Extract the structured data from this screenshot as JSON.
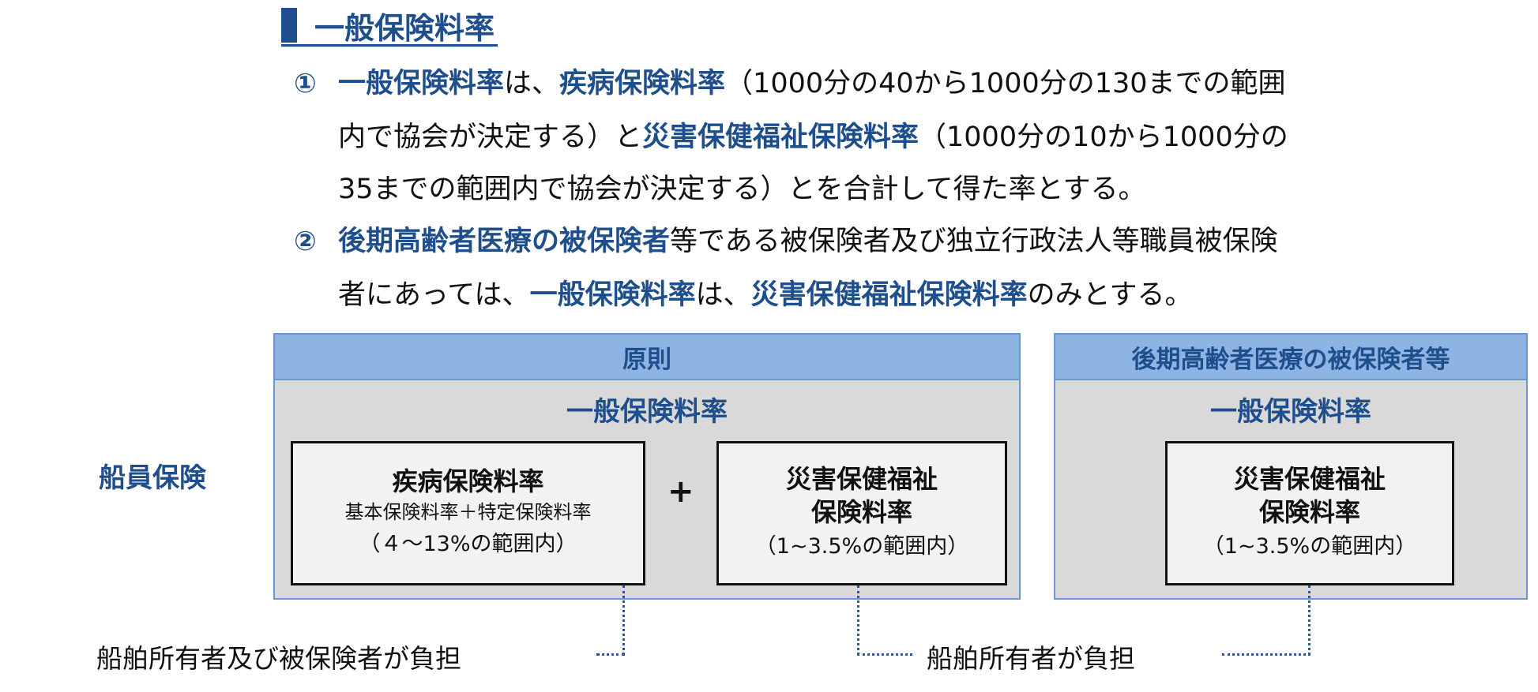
{
  "heading": "一般保険料率",
  "rules": [
    {
      "number": "①",
      "lines": [
        [
          {
            "t": "一般保険料率",
            "b": true
          },
          {
            "t": "は、",
            "b": false
          },
          {
            "t": "疾病保険料率",
            "b": true
          },
          {
            "t": "（1000分の40から1000分の130までの範囲",
            "b": false
          }
        ],
        [
          {
            "t": "内で協会が決定する）と",
            "b": false
          },
          {
            "t": "災害保健福祉保険料率",
            "b": true
          },
          {
            "t": "（1000分の10から1000分の",
            "b": false
          }
        ],
        [
          {
            "t": "35までの範囲内で協会が決定する）とを合計して得た率とする。",
            "b": false
          }
        ]
      ]
    },
    {
      "number": "②",
      "lines": [
        [
          {
            "t": "後期高齢者医療の被保険者",
            "b": true
          },
          {
            "t": "等である被保険者及び独立行政法人等職員被保険",
            "b": false
          }
        ],
        [
          {
            "t": "者にあっては、",
            "b": false
          },
          {
            "t": "一般保険料率",
            "b": true
          },
          {
            "t": "は、",
            "b": false
          },
          {
            "t": "災害保健福祉保険料率",
            "b": true
          },
          {
            "t": "のみとする。",
            "b": false
          }
        ]
      ]
    }
  ],
  "row_label": "船員保険",
  "principle": {
    "header": "原則",
    "sub": "一般保険料率",
    "plus": "+",
    "disease": {
      "title": "疾病保険料率",
      "detail": "基本保険料率＋特定保険料率",
      "range": "（４～13%の範囲内）"
    },
    "disaster": {
      "title1": "災害保健福祉",
      "title2": "保険料率",
      "range": "（1~3.5%の範囲内）"
    }
  },
  "elderly": {
    "header": "後期高齢者医療の被保険者等",
    "sub": "一般保険料率",
    "disaster": {
      "title1": "災害保健福祉",
      "title2": "保険料率",
      "range": "（1~3.5%の範囲内）"
    }
  },
  "burden": {
    "both": "船舶所有者及び被保険者が負担",
    "owner": "船舶所有者が負担"
  },
  "colors": {
    "accent": "#1f4e8c",
    "header_fill": "#8eb4e3",
    "panel_fill": "#d9d9d9",
    "box_fill": "#f2f2f2"
  }
}
